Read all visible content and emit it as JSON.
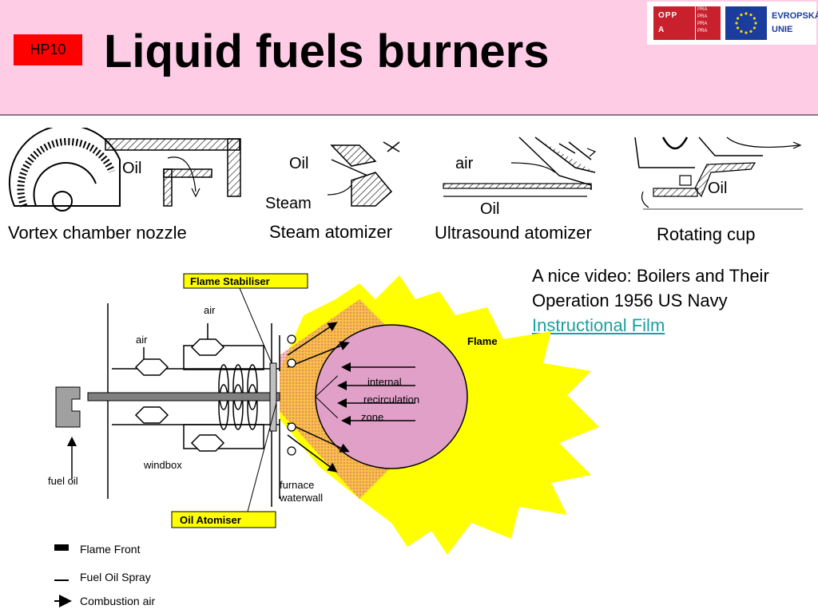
{
  "header": {
    "tag": "HP10",
    "title": "Liquid fuels burners",
    "logos": {
      "opp_top": "OPP",
      "opp_bottom": "A",
      "praha_lines": [
        "PRA",
        "PRA",
        "PRA",
        "PRA"
      ],
      "eu_line1": "EVROPSKÁ",
      "eu_line2": "UNIE"
    }
  },
  "atomizers": [
    {
      "caption": "Vortex chamber nozzle",
      "labels": [
        "Oil"
      ]
    },
    {
      "caption": "Steam atomizer",
      "labels": [
        "Oil",
        "Steam"
      ]
    },
    {
      "caption": "Ultrasound atomizer",
      "labels": [
        "air",
        "Oil"
      ]
    },
    {
      "caption": "Rotating cup",
      "labels": [
        "Oil"
      ]
    }
  ],
  "video_note": {
    "text": "A nice video: Boilers and Their Operation 1956 US Navy",
    "link": "Instructional Film"
  },
  "burner_diagram": {
    "flame_stabiliser": "Flame Stabiliser",
    "oil_atomiser": "Oil Atomiser",
    "air1": "air",
    "air2": "air",
    "windbox": "windbox",
    "fuel_oil": "fuel oil",
    "furnace": "furnace",
    "waterwall": "waterwall",
    "flame": "Flame",
    "internal": "internal",
    "recirculation": "recirculation",
    "zone": "zone",
    "legend": [
      "Flame Front",
      "Fuel Oil Spray",
      "Combustion air"
    ]
  },
  "colors": {
    "header_bg": "#ffcce6",
    "tag_bg": "#ff0000",
    "flame": "#ffff00",
    "recirculation_zone": "#e0a0c8",
    "flame_front": "#f08080",
    "label_box": "#ffff00",
    "link": "#1aa0a0"
  }
}
